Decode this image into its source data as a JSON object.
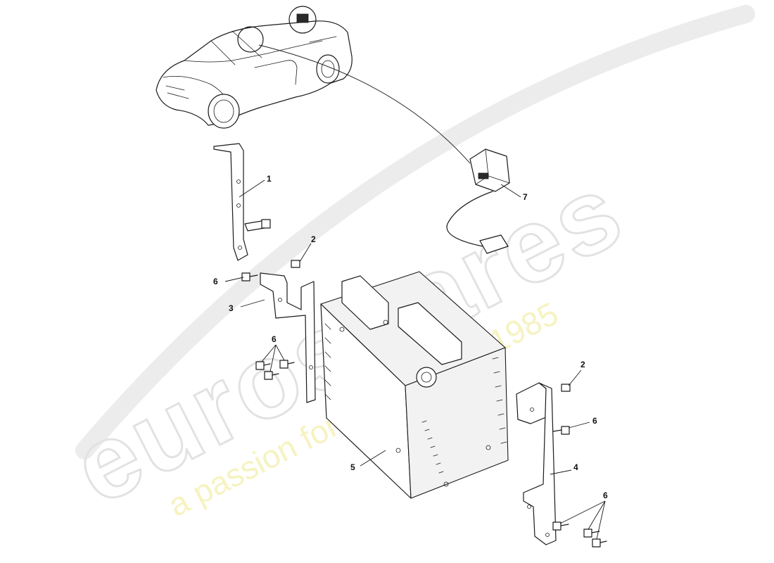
{
  "watermark": {
    "brand": "eurospares",
    "tagline": "a passion for parts since 1985"
  },
  "callouts": [
    {
      "id": "1",
      "label": "1"
    },
    {
      "id": "2a",
      "label": "2"
    },
    {
      "id": "2b",
      "label": "2"
    },
    {
      "id": "3",
      "label": "3"
    },
    {
      "id": "4",
      "label": "4"
    },
    {
      "id": "5",
      "label": "5"
    },
    {
      "id": "6a",
      "label": "6"
    },
    {
      "id": "6b",
      "label": "6"
    },
    {
      "id": "6c",
      "label": "6"
    },
    {
      "id": "6d",
      "label": "6"
    },
    {
      "id": "7",
      "label": "7"
    }
  ]
}
